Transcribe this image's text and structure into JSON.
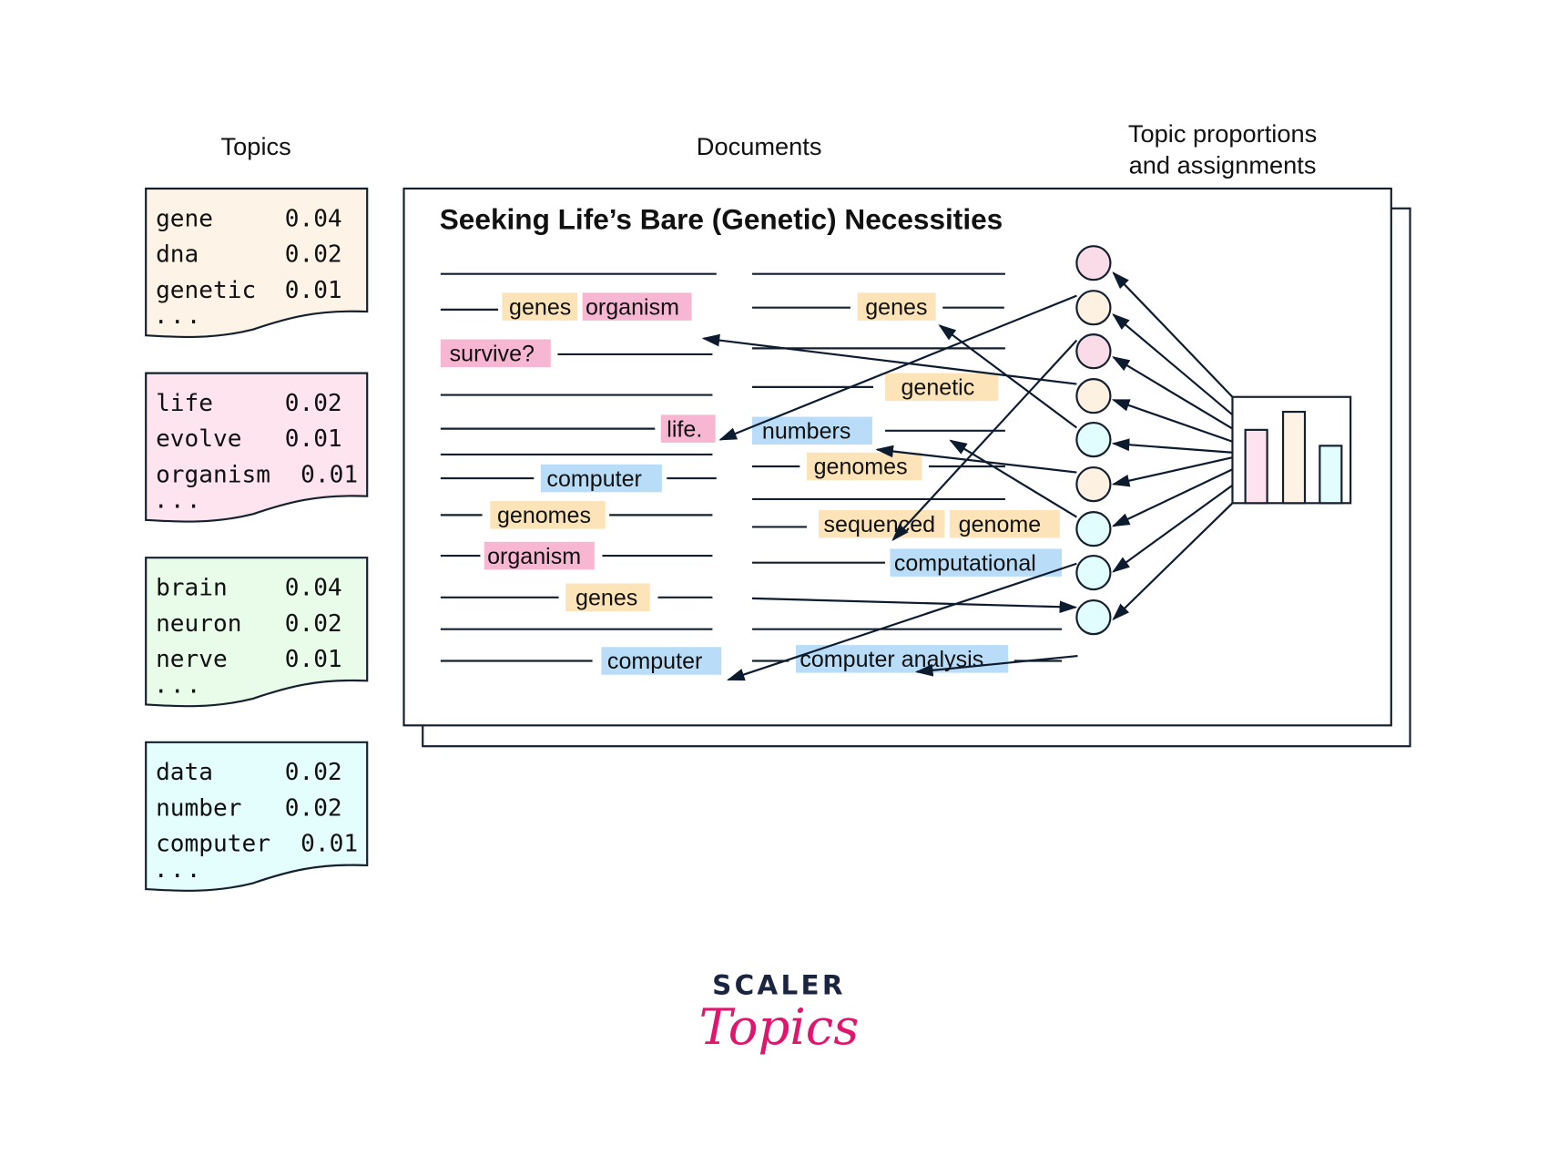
{
  "headers": {
    "topics": "Topics",
    "documents": "Documents",
    "proportions_line1": "Topic proportions",
    "proportions_line2": "and assignments"
  },
  "topics": [
    {
      "color": "#fdf3e6",
      "rows": [
        [
          "gene",
          "0.04"
        ],
        [
          "dna",
          "0.02"
        ],
        [
          "genetic",
          "0.01"
        ]
      ],
      "more": "..."
    },
    {
      "color": "#fde4ef",
      "rows": [
        [
          "life",
          "0.02"
        ],
        [
          "evolve",
          "0.01"
        ],
        [
          "organism",
          "0.01"
        ]
      ],
      "more": "..."
    },
    {
      "color": "#e9fbe9",
      "rows": [
        [
          "brain",
          "0.04"
        ],
        [
          "neuron",
          "0.02"
        ],
        [
          "nerve",
          "0.01"
        ]
      ],
      "more": "..."
    },
    {
      "color": "#e4fdfd",
      "rows": [
        [
          "data",
          "0.02"
        ],
        [
          "number",
          "0.02"
        ],
        [
          "computer",
          "0.01"
        ]
      ],
      "more": "..."
    }
  ],
  "document": {
    "title": "Seeking Life’s Bare (Genetic) Necessities",
    "words": {
      "genes1": "genes",
      "organism1": "organism",
      "survive": "survive?",
      "life": "life.",
      "computer1": "computer",
      "genomes1": "genomes",
      "organism2": "organism",
      "genes2": "genes",
      "computer2": "computer",
      "genes3": "genes",
      "genetic": "genetic",
      "numbers": "numbers",
      "genomes2": "genomes",
      "sequenced": "sequenced",
      "genome": "genome",
      "computational": "computational",
      "computer_analysis": "computer analysis"
    }
  },
  "topic_colors": {
    "pink": "#fadce9",
    "cream": "#fdf1e2",
    "cyan": "#e2fdfd"
  },
  "proportion_bars": {
    "pink_topic": 0.69,
    "cream_topic": 0.86,
    "cyan_topic": 0.54
  },
  "logo": {
    "line1": "SCALER",
    "line2": "Topics"
  }
}
